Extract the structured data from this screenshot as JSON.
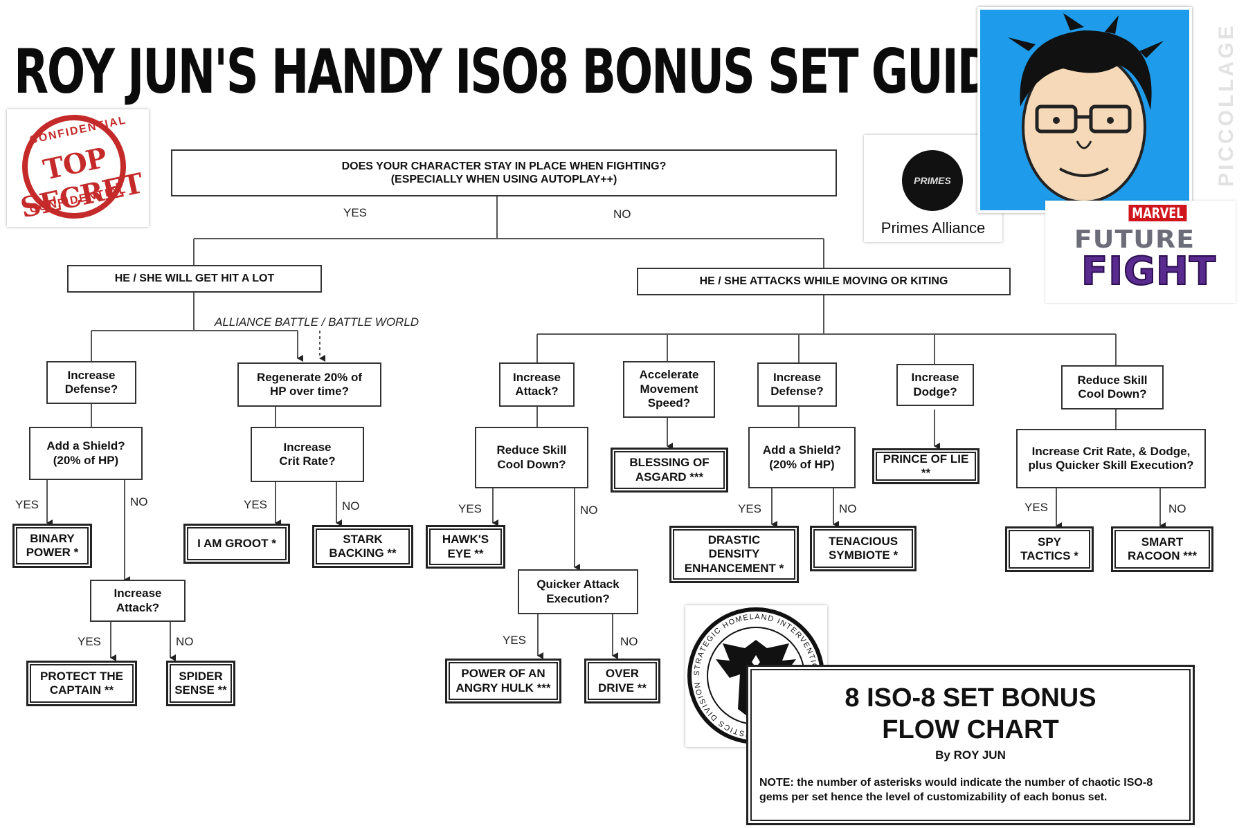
{
  "title": "ROY JUN'S HANDY ISO8  BONUS SET GUIDE",
  "stamp": {
    "top": "CONFIDENTIAL",
    "main": "TOP SECRET",
    "bottom": "CONFIDENTIAL"
  },
  "primes_card": {
    "logo_text": "PRIMES",
    "label": "Primes Alliance"
  },
  "game_logo": {
    "marvel": "MARVEL",
    "line1": "FUTURE",
    "line2": "FIGHT"
  },
  "watermark": "PICCOLLAGE",
  "shield_logo": {
    "ring_text": "STRATEGIC HOMELAND INTERVENTION ENFORCEMENT LOGISTICS DIVISION"
  },
  "flowchart": {
    "root": "DOES YOUR CHARACTER STAY IN PLACE WHEN FIGHTING?\n(ESPECIALLY WHEN USING AUTOPLAY++)",
    "root_yes": "YES",
    "root_no": "NO",
    "left_branch": "HE / SHE WILL GET HIT A LOT",
    "right_branch": "HE / SHE ATTACKS WHILE MOVING OR KITING",
    "alliance_note": "ALLIANCE BATTLE / BATTLE WORLD",
    "questions": {
      "l_def": "Increase\nDefense?",
      "l_regen": "Regenerate 20% of\nHP over time?",
      "l_shield": "Add a Shield?\n(20% of HP)",
      "l_crit": "Increase\nCrit Rate?",
      "l_atk": "Increase\nAttack?",
      "r_atk": "Increase\nAttack?",
      "r_cool": "Reduce Skill\nCool Down?",
      "r_quick": "Quicker Attack\nExecution?",
      "r_move": "Accelerate\nMovement\nSpeed?",
      "r_def": "Increase\nDefense?",
      "r_shield": "Add a Shield?\n(20% of HP)",
      "r_dodge": "Increase\nDodge?",
      "r_cool2": "Reduce Skill\nCool Down?",
      "r_critdodge": "Increase Crit Rate, & Dodge,\nplus Quicker Skill Execution?"
    },
    "results": {
      "binary": "BINARY\nPOWER *",
      "protect": "PROTECT THE\nCAPTAIN **",
      "spider": "SPIDER\nSENSE **",
      "groot": "I AM GROOT *",
      "stark": "STARK\nBACKING **",
      "hawk": "HAWK'S\nEYE **",
      "hulk": "POWER OF AN\nANGRY HULK ***",
      "over": "OVER\nDRIVE **",
      "asgard": "BLESSING OF\nASGARD ***",
      "drastic": "DRASTIC\nDENSITY\nENHANCEMENT *",
      "tenacious": "TENACIOUS\nSYMBIOTE *",
      "prince": "PRINCE OF LIE **",
      "spy": "SPY\nTACTICS *",
      "racoon": "SMART\nRACOON ***"
    },
    "yes": "YES",
    "no": "NO"
  },
  "info_box": {
    "heading_line1": "8 ISO-8 SET BONUS",
    "heading_line2": "FLOW CHART",
    "byline": "By ROY JUN",
    "note": "NOTE: the number of asterisks would indicate the number of chaotic ISO-8 gems per set hence the level of customizability of each bonus set."
  }
}
